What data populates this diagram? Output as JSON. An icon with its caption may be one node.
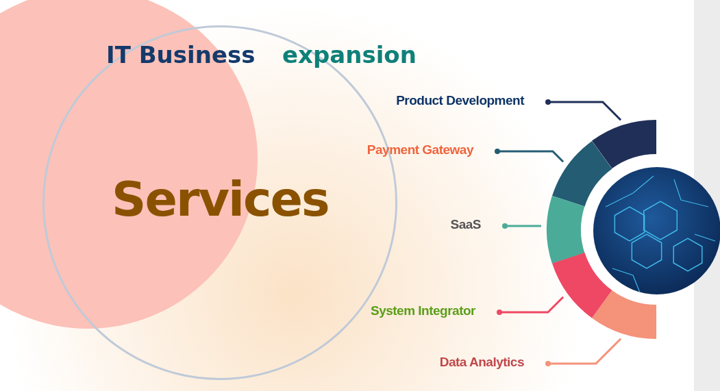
{
  "diagram": {
    "nodes": [
      {
        "text": [
          "Services"
        ]
      },
      {
        "text": [
          "Product Development"
        ]
      },
      {
        "text": [
          "Payment Gateway"
        ]
      },
      {
        "text": [
          "SaaS"
        ]
      },
      {
        "text": [
          "System Integrator"
        ]
      },
      {
        "text": [
          "Data Analytics"
        ]
      },
      {
        "text": [],
        "shape": "arc"
      },
      {
        "text": [],
        "shape": "arc"
      },
      {
        "text": [],
        "shape": "arc"
      },
      {
        "text": [],
        "shape": "arc"
      },
      {
        "text": [],
        "shape": "arc"
      }
    ],
    "edges": [
      {
        "from": 1,
        "to": 6,
        "arrow": "other",
        "color": "#1f2f57"
      },
      {
        "from": 2,
        "to": 7,
        "arrow": "other",
        "color": "#245c73"
      },
      {
        "from": 3,
        "to": 8,
        "arrow": "other",
        "color": "#4aab98"
      },
      {
        "from": 4,
        "to": 9,
        "arrow": "other",
        "color": "#ee4864"
      },
      {
        "from": 5,
        "to": 10,
        "arrow": "other",
        "color": "#f4927a"
      }
    ],
    "labels": [
      "IT Business",
      "expansion"
    ]
  }
}
